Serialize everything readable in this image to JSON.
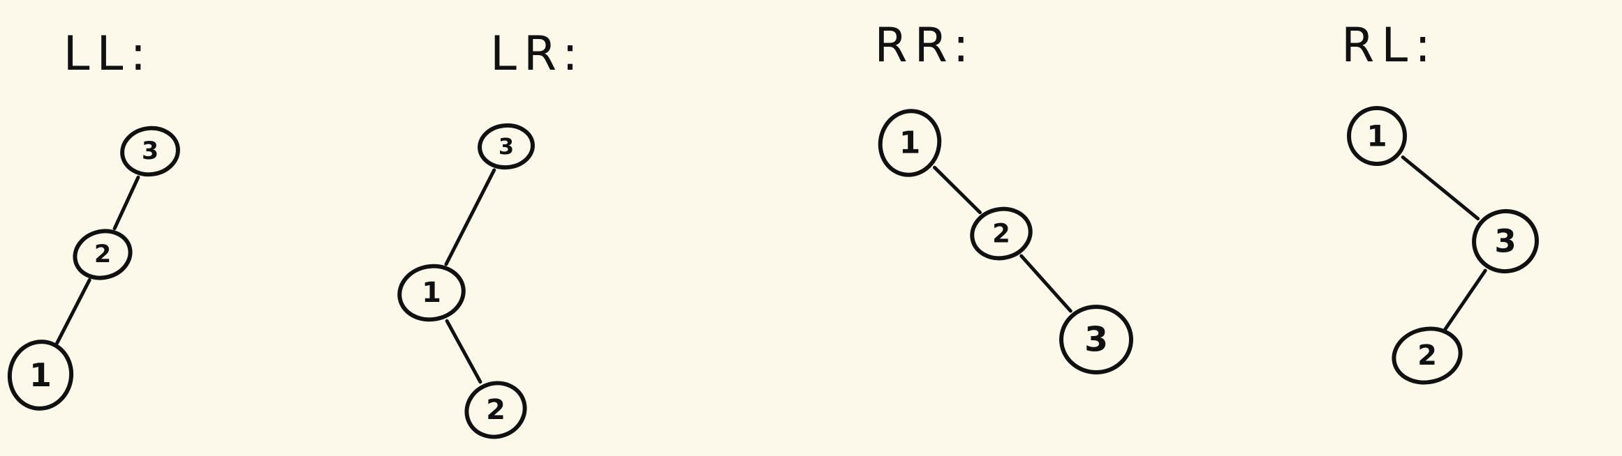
{
  "ink_color": "#111111",
  "background_color": "#fcf8ea",
  "diagrams": [
    {
      "id": "ll",
      "heading": "LL:",
      "nodes": [
        {
          "id": "n3",
          "label": "3"
        },
        {
          "id": "n2",
          "label": "2"
        },
        {
          "id": "n1",
          "label": "1"
        }
      ],
      "edges": [
        {
          "from": "n3",
          "to": "n2"
        },
        {
          "from": "n2",
          "to": "n1"
        }
      ]
    },
    {
      "id": "lr",
      "heading": "LR:",
      "nodes": [
        {
          "id": "n3",
          "label": "3"
        },
        {
          "id": "n1",
          "label": "1"
        },
        {
          "id": "n2",
          "label": "2"
        }
      ],
      "edges": [
        {
          "from": "n3",
          "to": "n1"
        },
        {
          "from": "n1",
          "to": "n2"
        }
      ]
    },
    {
      "id": "rr",
      "heading": "RR:",
      "nodes": [
        {
          "id": "n1",
          "label": "1"
        },
        {
          "id": "n2",
          "label": "2"
        },
        {
          "id": "n3",
          "label": "3"
        }
      ],
      "edges": [
        {
          "from": "n1",
          "to": "n2"
        },
        {
          "from": "n2",
          "to": "n3"
        }
      ]
    },
    {
      "id": "rl",
      "heading": "RL:",
      "nodes": [
        {
          "id": "n1",
          "label": "1"
        },
        {
          "id": "n3",
          "label": "3"
        },
        {
          "id": "n2",
          "label": "2"
        }
      ],
      "edges": [
        {
          "from": "n1",
          "to": "n3"
        },
        {
          "from": "n3",
          "to": "n2"
        }
      ]
    }
  ]
}
